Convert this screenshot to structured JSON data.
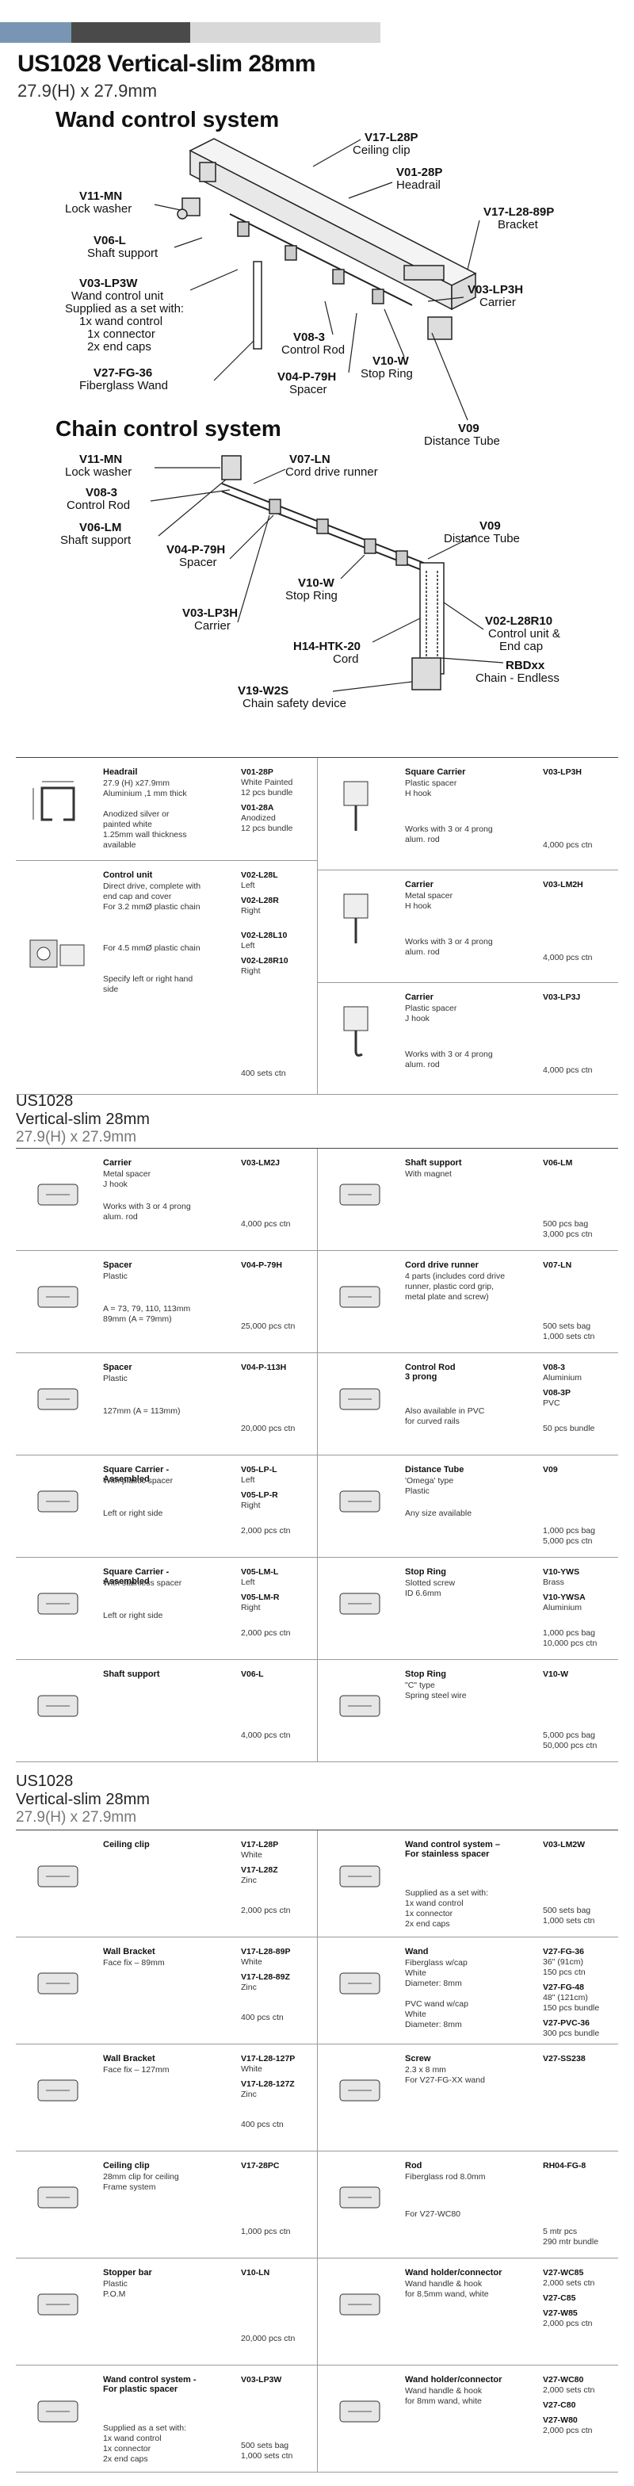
{
  "header": {
    "bar_colors": [
      "#7896b4",
      "#4a4a4a",
      "#d8d8d8"
    ],
    "title": "US1028 Vertical-slim 28mm",
    "subtitle": "27.9(H) x 27.9mm"
  },
  "wand_diagram": {
    "heading": "Wand control system",
    "labels": {
      "v17": "V17-L28P",
      "v17s": "Ceiling clip",
      "v01": "V01-28P",
      "v01s": "Headrail",
      "v17b": "V17-L28-89P",
      "v17bs": "Bracket",
      "v11": "V11-MN",
      "v11s": "Lock washer",
      "v06": "V06-L",
      "v06s": "Shaft support",
      "v03w": "V03-LP3W",
      "v03w1": "Wand control unit",
      "v03w2": "Supplied as a set with:",
      "v03w3": "1x wand control",
      "v03w4": "1x connector",
      "v03w5": "2x end caps",
      "v03c": "V03-LP3H",
      "v03cs": "Carrier",
      "v08": "V08-3",
      "v08s": "Control Rod",
      "v27": "V27-FG-36",
      "v27s": "Fiberglass Wand",
      "v04": "V04-P-79H",
      "v04s": "Spacer",
      "v10": "V10-W",
      "v10s": "Stop Ring",
      "v09": "V09",
      "v09s": "Distance Tube"
    }
  },
  "chain_diagram": {
    "heading": "Chain control system",
    "labels": {
      "v11": "V11-MN",
      "v11s": "Lock washer",
      "v07": "V07-LN",
      "v07s": "Cord drive runner",
      "v08": "V08-3",
      "v08s": "Control Rod",
      "v06": "V06-LM",
      "v06s": "Shaft support",
      "v09": "V09",
      "v09s": "Distance Tube",
      "v04": "V04-P-79H",
      "v04s": "Spacer",
      "v10": "V10-W",
      "v10s": "Stop Ring",
      "v02": "V02-L28R10",
      "v02s1": "Control unit &",
      "v02s2": "End cap",
      "v03": "V03-LP3H",
      "v03s": "Carrier",
      "h14": "H14-HTK-20",
      "h14s": "Cord",
      "rbd": "RBDxx",
      "rbds": "Chain - Endless",
      "v19": "V19-W2S",
      "v19s": "Chain safety device"
    }
  },
  "section1": {
    "left": [
      {
        "name": "Headrail",
        "desc": "27.9 (H) x27.9mm\nAluminium ,1 mm thick\n\nAnodized silver or\npainted white\n1.25mm wall thickness\navailable",
        "codes": [
          {
            "c": "V01-28P",
            "s": "White Painted\n12 pcs bundle"
          },
          {
            "c": "V01-28A",
            "s": "Anodized\n12 pcs bundle"
          }
        ],
        "pack": "",
        "dim": "27.9"
      },
      {
        "name": "Control unit",
        "desc": "Direct drive, complete with\nend cap and cover\nFor 3.2 mmØ plastic chain\n\n\n\nFor 4.5 mmØ plastic chain\n\n\nSpecify left or right hand\nside",
        "codes": [
          {
            "c": "V02-L28L",
            "s": "Left"
          },
          {
            "c": "V02-L28R",
            "s": "Right"
          },
          {
            "c": "V02-L28L10",
            "s": "Left"
          },
          {
            "c": "V02-L28R10",
            "s": "Right"
          }
        ],
        "pack": "400 sets ctn"
      }
    ],
    "right": [
      {
        "name": "Square Carrier",
        "desc": "Plastic spacer\nH hook",
        "note": "Works with 3 or 4 prong\nalum. rod",
        "codes": [
          {
            "c": "V03-LP3H",
            "s": ""
          }
        ],
        "pack": "4,000 pcs ctn"
      },
      {
        "name": "Carrier",
        "desc": "Metal spacer\nH hook",
        "note": "Works with 3 or 4 prong\nalum. rod",
        "codes": [
          {
            "c": "V03-LM2H",
            "s": ""
          }
        ],
        "pack": "4,000 pcs ctn"
      },
      {
        "name": "Carrier",
        "desc": "Plastic spacer\nJ hook",
        "note": "Works with 3 or 4 prong\nalum. rod",
        "codes": [
          {
            "c": "V03-LP3J",
            "s": ""
          }
        ],
        "pack": "4,000 pcs ctn"
      }
    ]
  },
  "section2": {
    "h1": "US1028",
    "h2": "Vertical-slim 28mm",
    "h3": "27.9(H) x 27.9mm",
    "left": [
      {
        "name": "Carrier",
        "desc": "Metal spacer\nJ hook",
        "note": "Works with 3 or 4 prong\nalum. rod",
        "codes": [
          {
            "c": "V03-LM2J",
            "s": ""
          }
        ],
        "pack": "4,000 pcs ctn"
      },
      {
        "name": "Spacer",
        "desc": "Plastic",
        "note": "A = 73, 79, 110, 113mm\n89mm (A = 79mm)",
        "codes": [
          {
            "c": "V04-P-79H",
            "s": ""
          }
        ],
        "pack": "25,000 pcs ctn"
      },
      {
        "name": "Spacer",
        "desc": "Plastic",
        "note": "127mm (A = 113mm)",
        "codes": [
          {
            "c": "V04-P-113H",
            "s": ""
          }
        ],
        "pack": "20,000 pcs ctn"
      },
      {
        "name": "Square Carrier - Assembled",
        "desc": "With plastic spacer",
        "note": "Left or right side",
        "codes": [
          {
            "c": "V05-LP-L",
            "s": "Left"
          },
          {
            "c": "V05-LP-R",
            "s": "Right"
          }
        ],
        "pack": "2,000 pcs ctn"
      },
      {
        "name": "Square Carrier - Assembled",
        "desc": "With stainless spacer",
        "note": "Left or right side",
        "codes": [
          {
            "c": "V05-LM-L",
            "s": "Left"
          },
          {
            "c": "V05-LM-R",
            "s": "Right"
          }
        ],
        "pack": "2,000 pcs ctn"
      },
      {
        "name": "Shaft support",
        "desc": "",
        "note": "",
        "codes": [
          {
            "c": "V06-L",
            "s": ""
          }
        ],
        "pack": "4,000 pcs ctn"
      }
    ],
    "right": [
      {
        "name": "Shaft support",
        "desc": "With magnet",
        "note": "",
        "codes": [
          {
            "c": "V06-LM",
            "s": ""
          }
        ],
        "pack": "500 pcs bag\n3,000 pcs ctn"
      },
      {
        "name": "Cord drive runner",
        "desc": "4 parts (includes cord drive\nrunner, plastic cord grip,\nmetal plate and screw)",
        "note": "",
        "codes": [
          {
            "c": "V07-LN",
            "s": ""
          }
        ],
        "pack": "500 sets bag\n1,000 sets ctn"
      },
      {
        "name": "Control Rod\n3 prong",
        "desc": "",
        "note": "Also available in PVC\nfor curved rails",
        "codes": [
          {
            "c": "V08-3",
            "s": "Aluminium"
          },
          {
            "c": "V08-3P",
            "s": "PVC"
          }
        ],
        "pack": "50 pcs bundle"
      },
      {
        "name": "Distance Tube",
        "desc": "'Omega' type\nPlastic",
        "note": "Any size available",
        "codes": [
          {
            "c": "V09",
            "s": ""
          }
        ],
        "pack": "1,000 pcs bag\n5,000 pcs ctn"
      },
      {
        "name": "Stop Ring",
        "desc": "Slotted screw\nID 6.6mm",
        "note": "",
        "codes": [
          {
            "c": "V10-YWS",
            "s": "Brass"
          },
          {
            "c": "V10-YWSA",
            "s": "Aluminium"
          }
        ],
        "pack": "1,000 pcs bag\n10,000 pcs ctn"
      },
      {
        "name": "Stop Ring",
        "desc": "\"C\" type\nSpring steel wire",
        "note": "",
        "codes": [
          {
            "c": "V10-W",
            "s": ""
          }
        ],
        "pack": "5,000 pcs bag\n50,000 pcs ctn"
      }
    ]
  },
  "section3": {
    "h1": "US1028",
    "h2": "Vertical-slim 28mm",
    "h3": "27.9(H) x 27.9mm",
    "left": [
      {
        "name": "Ceiling clip",
        "desc": "",
        "note": "",
        "codes": [
          {
            "c": "V17-L28P",
            "s": "White"
          },
          {
            "c": "V17-L28Z",
            "s": "Zinc"
          }
        ],
        "pack": "2,000 pcs ctn"
      },
      {
        "name": "Wall Bracket",
        "desc": "Face fix – 89mm",
        "note": "",
        "codes": [
          {
            "c": "V17-L28-89P",
            "s": "White"
          },
          {
            "c": "V17-L28-89Z",
            "s": "Zinc"
          }
        ],
        "pack": "400 pcs ctn"
      },
      {
        "name": "Wall Bracket",
        "desc": "Face fix – 127mm",
        "note": "",
        "codes": [
          {
            "c": "V17-L28-127P",
            "s": "White"
          },
          {
            "c": "V17-L28-127Z",
            "s": "Zinc"
          }
        ],
        "pack": "400 pcs ctn"
      },
      {
        "name": "Ceiling clip",
        "desc": "28mm clip for ceiling\nFrame system",
        "note": "",
        "codes": [
          {
            "c": "V17-28PC",
            "s": ""
          }
        ],
        "pack": "1,000 pcs ctn"
      },
      {
        "name": "Stopper bar",
        "desc": "Plastic\nP.O.M",
        "note": "",
        "codes": [
          {
            "c": "V10-LN",
            "s": ""
          }
        ],
        "pack": "20,000 pcs ctn"
      },
      {
        "name": "Wand control system -\nFor plastic spacer",
        "desc": "",
        "note": "Supplied as a set with:\n1x wand control\n1x connector\n2x end caps",
        "codes": [
          {
            "c": "V03-LP3W",
            "s": ""
          }
        ],
        "pack": "500 sets bag\n1,000 sets ctn"
      }
    ],
    "right": [
      {
        "name": "Wand control system –\nFor stainless spacer",
        "desc": "",
        "note": "Supplied as a set with:\n1x wand control\n1x connector\n2x end caps",
        "codes": [
          {
            "c": "V03-LM2W",
            "s": ""
          }
        ],
        "pack": "500 sets bag\n1,000 sets ctn"
      },
      {
        "name": "Wand",
        "desc": "Fiberglass w/cap\nWhite\nDiameter: 8mm\n\nPVC wand w/cap\nWhite\nDiameter: 8mm",
        "note": "",
        "codes": [
          {
            "c": "V27-FG-36",
            "s": "36\" (91cm)\n150 pcs ctn"
          },
          {
            "c": "V27-FG-48",
            "s": "48\" (121cm)\n150 pcs bundle"
          },
          {
            "c": "V27-PVC-36",
            "s": "300 pcs bundle"
          }
        ],
        "pack": ""
      },
      {
        "name": "Screw",
        "desc": "2.3 x 8 mm\nFor V27-FG-XX wand",
        "note": "",
        "codes": [
          {
            "c": "V27-SS238",
            "s": ""
          }
        ],
        "pack": ""
      },
      {
        "name": "Rod",
        "desc": "Fiberglass rod 8.0mm",
        "note": "For V27-WC80",
        "codes": [
          {
            "c": "RH04-FG-8",
            "s": ""
          }
        ],
        "pack": "5 mtr pcs\n290 mtr bundle"
      },
      {
        "name": "Wand holder/connector",
        "desc": "Wand handle & hook\nfor 8.5mm wand, white",
        "note": "",
        "codes": [
          {
            "c": "V27-WC85",
            "s": "2,000 sets ctn"
          },
          {
            "c": "V27-C85",
            "s": ""
          },
          {
            "c": "V27-W85",
            "s": "2,000 pcs ctn"
          }
        ],
        "pack": ""
      },
      {
        "name": "Wand holder/connector",
        "desc": "Wand handle & hook\nfor 8mm wand, white",
        "note": "",
        "codes": [
          {
            "c": "V27-WC80",
            "s": "2,000 sets ctn"
          },
          {
            "c": "V27-C80",
            "s": ""
          },
          {
            "c": "V27-W80",
            "s": "2,000 pcs ctn"
          }
        ],
        "pack": ""
      }
    ]
  }
}
